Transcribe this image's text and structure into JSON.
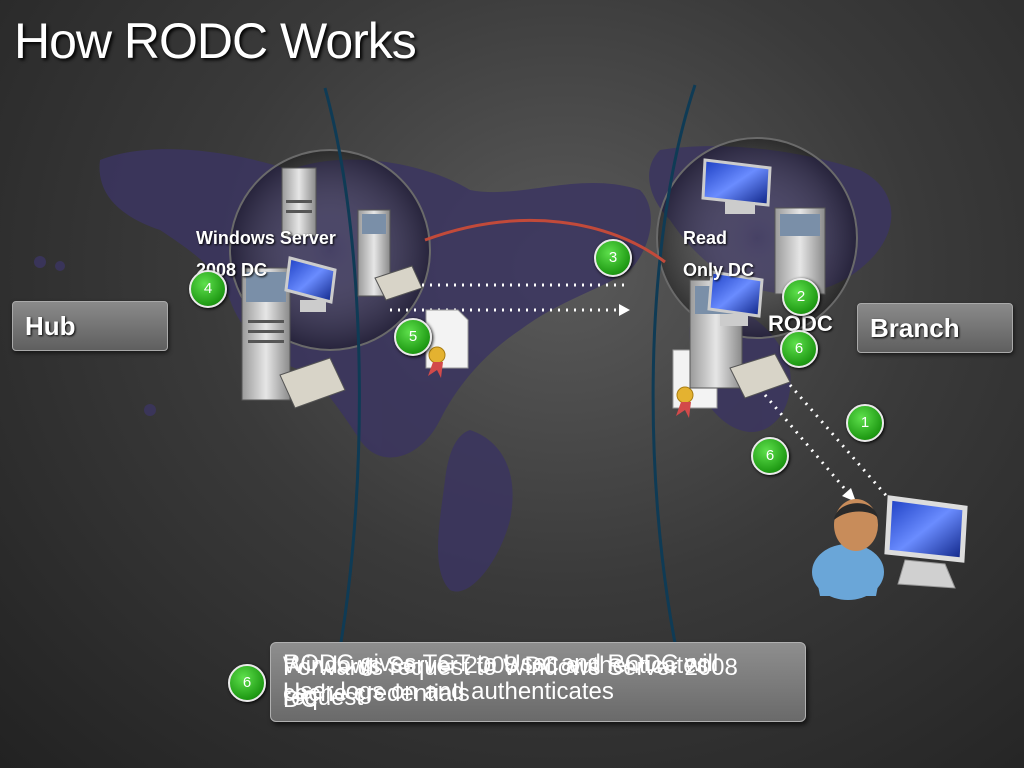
{
  "title": "How RODC Works",
  "hub_label": "Hub",
  "branch_label": "Branch",
  "hub_server_label": {
    "line1": "Windows Server",
    "line2": "2008 DC"
  },
  "branch_server_label": {
    "line1": "Read",
    "line2": "Only DC"
  },
  "rodc_label": "RODC",
  "steps": {
    "s1": "1",
    "s2": "2",
    "s3": "3",
    "s4": "4",
    "s5": "5",
    "s6a": "6",
    "s6b": "6",
    "s6c": "6"
  },
  "callout": {
    "badge": "6",
    "texts": [
      "RODC gives TGT to User and RODC will",
      "Windows Server 2008 DC authenticates",
      "Forwards request to Windows Server 2008",
      "User logs on and authenticates",
      "cache credentials",
      "request",
      "DC"
    ]
  },
  "colors": {
    "badge_green": "#2fb521",
    "label_box": "#7a7a7a"
  }
}
